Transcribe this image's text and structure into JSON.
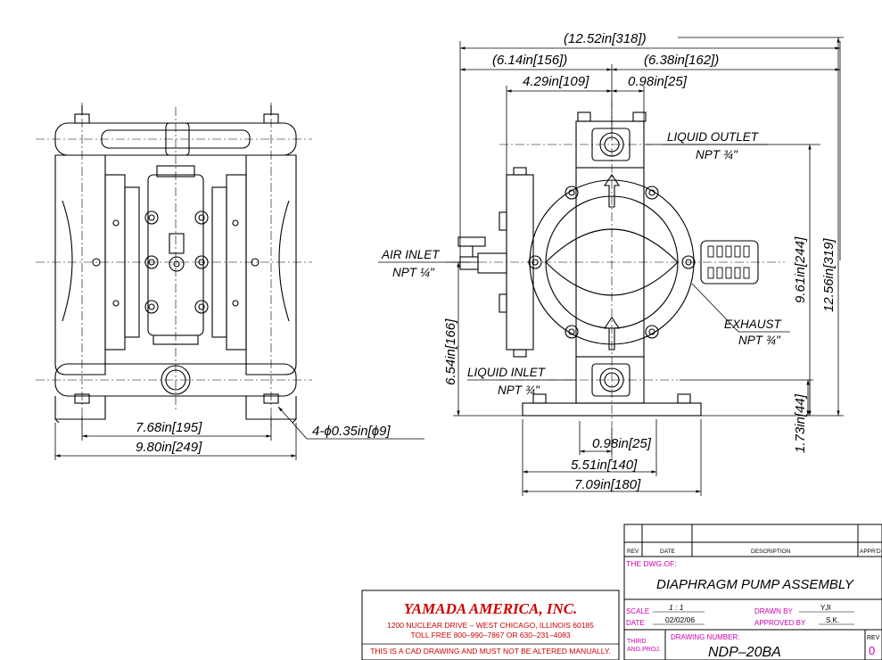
{
  "dimensions": {
    "overall_width": "(12.52in[318])",
    "left_half": "(6.14in[156])",
    "right_half": "(6.38in[162])",
    "left_offset": "4.29in[109]",
    "right_offset": "0.98in[25]",
    "base_bolt_spacing": "7.68in[195]",
    "base_width": "9.80in[249]",
    "bolt_holes": "4-ϕ0.35in[ϕ9]",
    "inlet_height": "6.54in[166]",
    "outlet_height": "9.61in[244]",
    "overall_height": "12.56in[319]",
    "base_height": "1.73in[44]",
    "bottom_offset": "0.98in[25]",
    "bottom_mid": "5.51in[140]",
    "bottom_total": "7.09in[180]"
  },
  "callouts": {
    "air_inlet": "AIR INLET",
    "air_inlet_size": "NPT ¼\"",
    "liquid_outlet": "LIQUID OUTLET",
    "liquid_outlet_size": "NPT ¾\"",
    "exhaust": "EXHAUST",
    "exhaust_size": "NPT ¾\"",
    "liquid_inlet": "LIQUID INLET",
    "liquid_inlet_size": "NPT ¾\""
  },
  "company": {
    "name": "YAMADA AMERICA, INC.",
    "address": "1200 NUCLEAR DRIVE – WEST CHICAGO, ILLINOIS 60185",
    "phone": "TOLL FREE 800–990–7867 OR 630–231–4083",
    "notice": "THIS IS A CAD DRAWING AND MUST NOT BE ALTERED MANUALLY."
  },
  "title_block": {
    "rev_header": "REV",
    "date_header": "DATE",
    "description_header": "DESCRIPTION",
    "apprd_header": "APPR'D",
    "dwg_of_label": "THE DWG.OF:",
    "dwg_title": "DIAPHRAGM PUMP ASSEMBLY",
    "scale_label": "SCALE",
    "scale_value": "1 : 1",
    "date_label": "DATE",
    "date_value": "02/02/06",
    "drawn_by_label": "DRAWN BY",
    "drawn_by_value": "YJI",
    "approved_by_label": "APPROVED BY",
    "approved_by_value": "S.K.",
    "projection_line1": "THIRD",
    "projection_line2": "ANG.PROJ.",
    "drawing_number_label": "DRAWING NUMBER:",
    "drawing_number": "NDP–20BA",
    "rev_label": "REV",
    "rev_value": "0"
  }
}
